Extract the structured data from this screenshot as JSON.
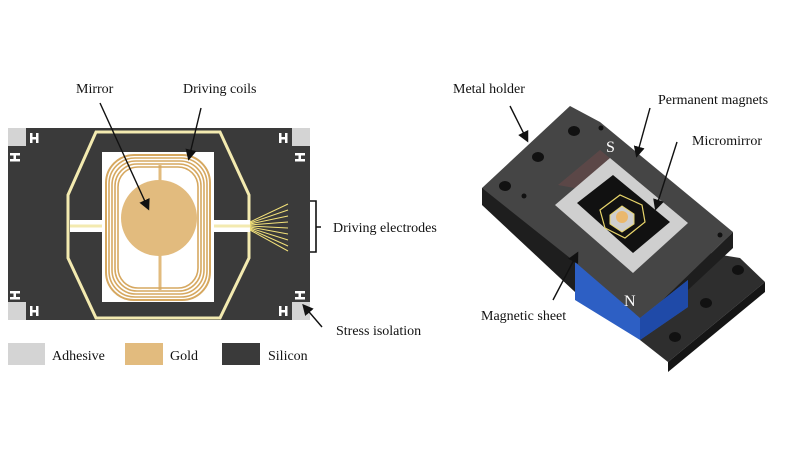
{
  "left_figure": {
    "labels": {
      "mirror": "Mirror",
      "driving_coils": "Driving coils",
      "driving_electrodes": "Driving electrodes",
      "stress_isolation": "Stress isolation"
    },
    "legend": [
      {
        "label": "Adhesive",
        "color": "#d4d4d4"
      },
      {
        "label": "Gold",
        "color": "#e2bb7e"
      },
      {
        "label": "Silicon",
        "color": "#3a3a3a"
      }
    ]
  },
  "right_figure": {
    "labels": {
      "metal_holder": "Metal holder",
      "permanent_magnets": "Permanent magnets",
      "micromirror": "Micromirror",
      "magnetic_sheet": "Magnetic sheet",
      "south_pole": "S",
      "north_pole": "N"
    },
    "colors": {
      "magnet_blue": "#2d5fc4",
      "holder": "#3b3b3b"
    }
  }
}
